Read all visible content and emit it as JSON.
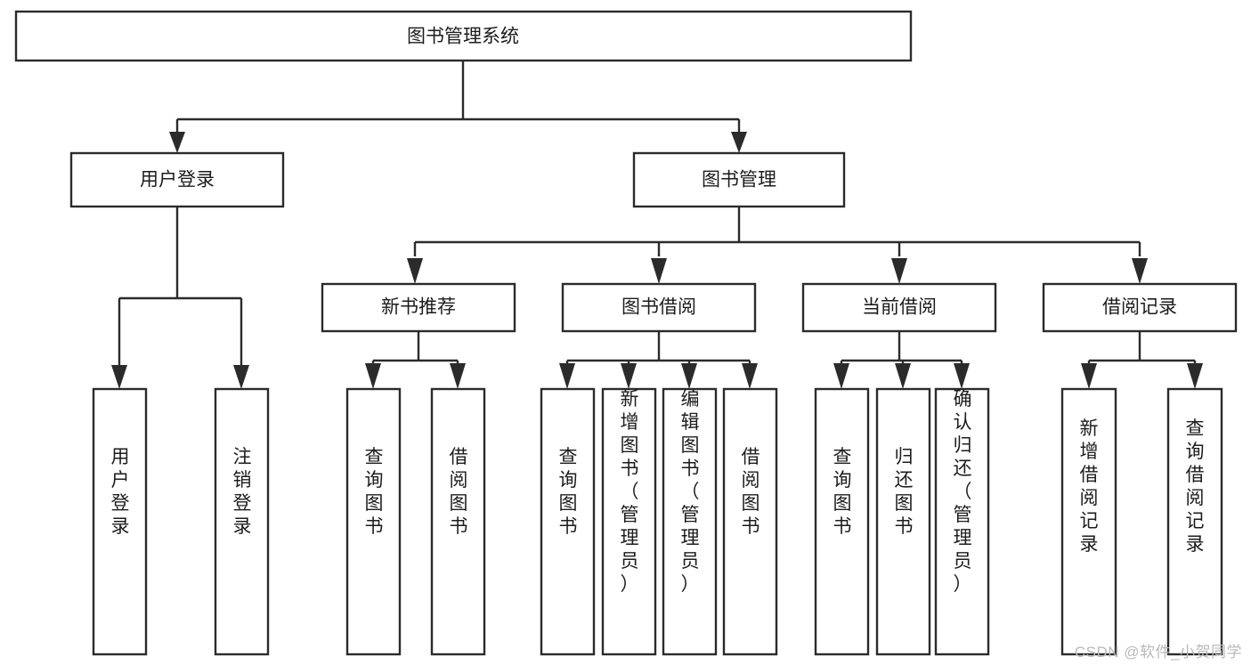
{
  "diagram": {
    "title": "图书管理系统",
    "type": "hierarchy-tree",
    "watermark": "CSDN @软件_小贺同学",
    "colors": {
      "box_stroke": "#2b2b2b",
      "box_fill": "#ffffff",
      "text": "#1c1c1c",
      "background": "#ffffff",
      "watermark": "#b9b9b9"
    },
    "levels": [
      {
        "level": 1,
        "nodes": [
          {
            "id": "root",
            "label": "图书管理系统",
            "orientation": "horizontal"
          }
        ]
      },
      {
        "level": 2,
        "nodes": [
          {
            "id": "login",
            "label": "用户登录",
            "orientation": "horizontal",
            "parent": "root"
          },
          {
            "id": "bookmgmt",
            "label": "图书管理",
            "orientation": "horizontal",
            "parent": "root"
          }
        ]
      },
      {
        "level": 3,
        "nodes": [
          {
            "id": "newbook",
            "label": "新书推荐",
            "orientation": "horizontal",
            "parent": "bookmgmt"
          },
          {
            "id": "borrow",
            "label": "图书借阅",
            "orientation": "horizontal",
            "parent": "bookmgmt"
          },
          {
            "id": "current",
            "label": "当前借阅",
            "orientation": "horizontal",
            "parent": "bookmgmt"
          },
          {
            "id": "records",
            "label": "借阅记录",
            "orientation": "horizontal",
            "parent": "bookmgmt"
          }
        ]
      },
      {
        "level": 4,
        "nodes": [
          {
            "id": "leaf-1",
            "label": "用户登录",
            "orientation": "vertical",
            "parent": "login"
          },
          {
            "id": "leaf-2",
            "label": "注销登录",
            "orientation": "vertical",
            "parent": "login"
          },
          {
            "id": "leaf-3",
            "label": "查询图书",
            "orientation": "vertical",
            "parent": "newbook"
          },
          {
            "id": "leaf-4",
            "label": "借阅图书",
            "orientation": "vertical",
            "parent": "newbook"
          },
          {
            "id": "leaf-5",
            "label": "查询图书",
            "orientation": "vertical",
            "parent": "borrow"
          },
          {
            "id": "leaf-6",
            "label": "新增图书（管理员）",
            "orientation": "vertical",
            "parent": "borrow"
          },
          {
            "id": "leaf-7",
            "label": "编辑图书（管理员）",
            "orientation": "vertical",
            "parent": "borrow"
          },
          {
            "id": "leaf-8",
            "label": "借阅图书",
            "orientation": "vertical",
            "parent": "borrow"
          },
          {
            "id": "leaf-9",
            "label": "查询图书",
            "orientation": "vertical",
            "parent": "current"
          },
          {
            "id": "leaf-10",
            "label": "归还图书",
            "orientation": "vertical",
            "parent": "current"
          },
          {
            "id": "leaf-11",
            "label": "确认归还（管理员）",
            "orientation": "vertical",
            "parent": "current"
          },
          {
            "id": "leaf-12",
            "label": "新增借阅记录",
            "orientation": "vertical",
            "parent": "records"
          },
          {
            "id": "leaf-13",
            "label": "查询借阅记录",
            "orientation": "vertical",
            "parent": "records"
          }
        ]
      }
    ]
  }
}
